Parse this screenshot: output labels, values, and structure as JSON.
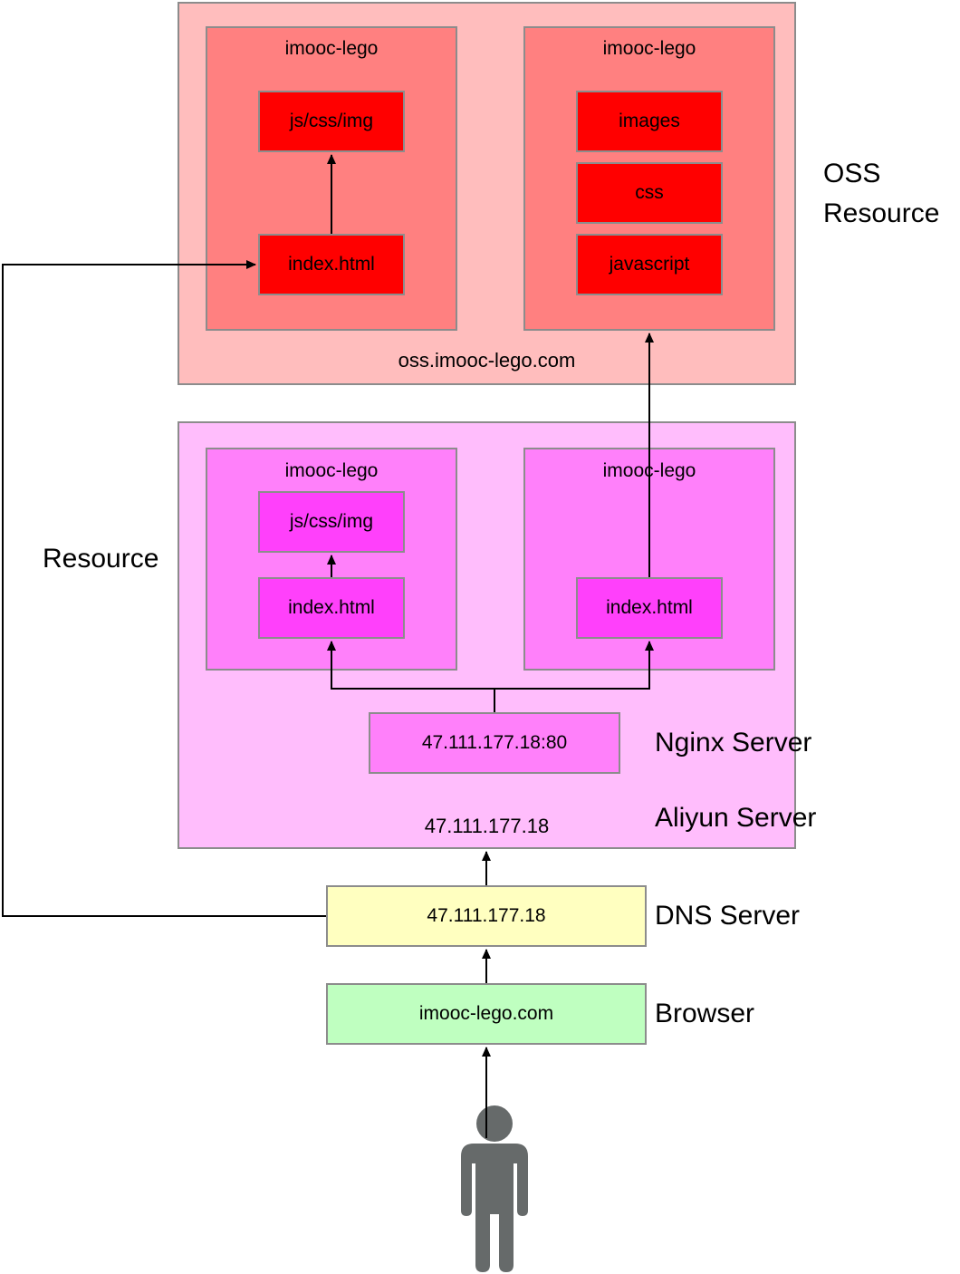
{
  "colors": {
    "oss_outer": "#ffbdbd",
    "oss_panel": "#ff8080",
    "oss_item": "#ff0000",
    "aliyun_outer": "#ffbdfc",
    "aliyun_panel": "#ff80fa",
    "aliyun_item": "#ff40fb",
    "dns": "#ffffc0",
    "browser": "#bfffc0",
    "person": "#666a6a"
  },
  "oss": {
    "side_label_line1": "OSS",
    "side_label_line2": "Resource",
    "domain": "oss.imooc-lego.com",
    "left_panel": {
      "title": "imooc-lego",
      "assets": "js/css/img",
      "index": "index.html"
    },
    "right_panel": {
      "title": "imooc-lego",
      "items": [
        "images",
        "css",
        "javascript"
      ]
    }
  },
  "aliyun": {
    "resource_label": "Resource",
    "left_panel": {
      "title": "imooc-lego",
      "assets": "js/css/img",
      "index": "index.html"
    },
    "right_panel": {
      "title": "imooc-lego",
      "index": "index.html"
    },
    "nginx_address": "47.111.177.18:80",
    "nginx_label": "Nginx Server",
    "server_ip": "47.111.177.18",
    "server_label": "Aliyun Server"
  },
  "dns": {
    "ip": "47.111.177.18",
    "label": "DNS Server"
  },
  "browser": {
    "url": "imooc-lego.com",
    "label": "Browser"
  },
  "user": {
    "icon": "person-icon"
  }
}
